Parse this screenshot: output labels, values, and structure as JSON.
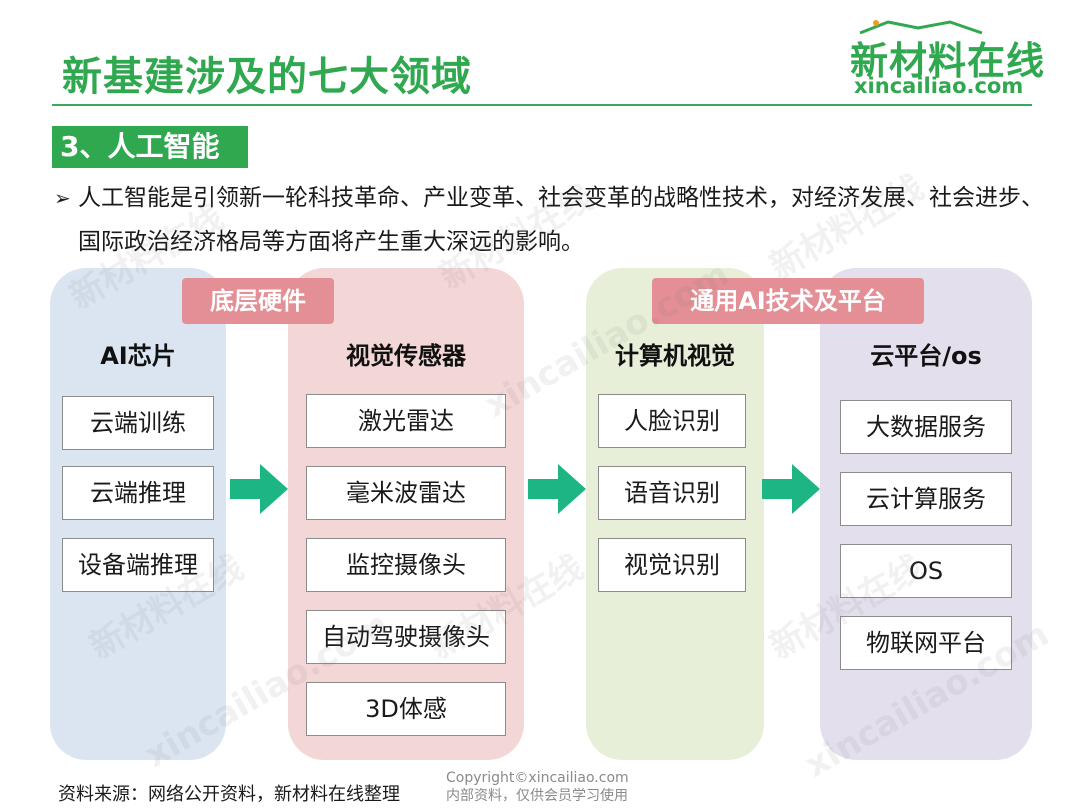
{
  "title": "新基建涉及的七大领域",
  "logo": {
    "main": "新材料在线",
    "sub": "xincailiao.com"
  },
  "section": "3、人工智能",
  "bullet": {
    "marker": "➢",
    "text": "人工智能是引领新一轮科技革命、产业变革、社会变革的战略性技术，对经济发展、社会进步、国际政治经济格局等方面将产生重大深远的影响。"
  },
  "groups": {
    "hardware": "底层硬件",
    "ai_platform": "通用AI技术及平台"
  },
  "columns": [
    {
      "heading": "AI芯片",
      "items": [
        "云端训练",
        "云端推理",
        "设备端推理"
      ]
    },
    {
      "heading": "视觉传感器",
      "items": [
        "激光雷达",
        "毫米波雷达",
        "监控摄像头",
        "自动驾驶摄像头",
        "3D体感"
      ]
    },
    {
      "heading": "计算机视觉",
      "items": [
        "人脸识别",
        "语音识别",
        "视觉识别"
      ]
    },
    {
      "heading": "云平台/os",
      "items": [
        "大数据服务",
        "云计算服务",
        "OS",
        "物联网平台"
      ]
    }
  ],
  "footer": {
    "source": "资料来源：网络公开资料，新材料在线整理",
    "copyright": "Copyright©xincailiao.com",
    "note": "内部资料，仅供会员学习使用"
  },
  "colors": {
    "accent_green": "#2fa84f",
    "arrow_green": "#1db584",
    "group_label_pink": "#e38f95",
    "col_blue": "#dbe5f1",
    "col_pink": "#f3d6d6",
    "col_green": "#e7efd9",
    "col_purple": "#e4dfec"
  }
}
